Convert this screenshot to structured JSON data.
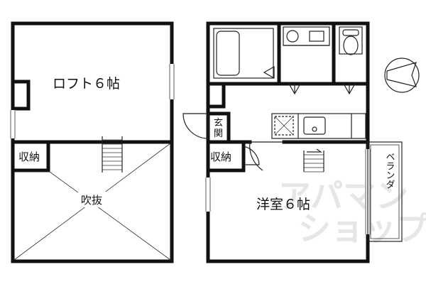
{
  "labels": {
    "loft": "ロフト６帖",
    "storage_left": "収納",
    "void": "吹抜",
    "entrance_line1": "玄",
    "entrance_line2": "関",
    "storage_right": "収納",
    "western_room": "洋室６帖",
    "balcony": "ベランダ"
  },
  "watermark": {
    "line1": "アパマン",
    "line2": "ショップ"
  },
  "icons": {
    "compass": "north-arrow-icon"
  }
}
